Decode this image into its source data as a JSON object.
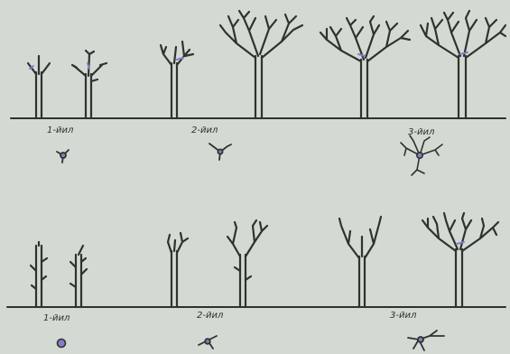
{
  "colors": {
    "background": "#d3dad3",
    "ink": "#2e332e",
    "trunk_fill": "#eef2ec",
    "accent": "#8a78c8"
  },
  "rows": [
    {
      "year_labels": [
        "1-йил",
        "2-йил",
        "3-йил"
      ]
    },
    {
      "year_labels": [
        "1-йил",
        "2-йил",
        "3-йил"
      ]
    }
  ]
}
